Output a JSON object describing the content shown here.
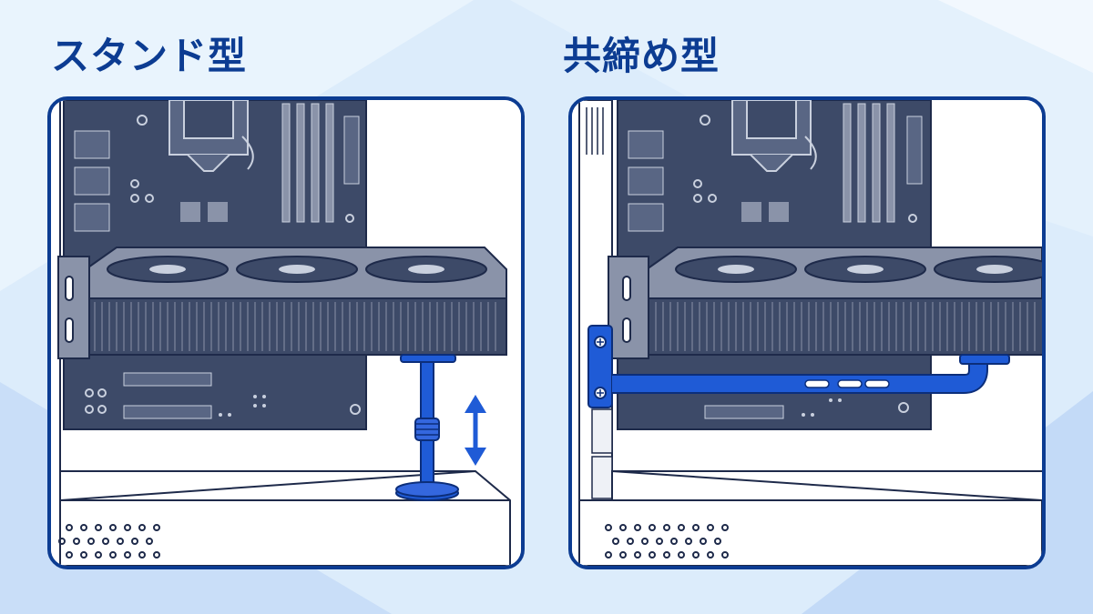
{
  "left_panel": {
    "title": "スタンド型"
  },
  "right_panel": {
    "title": "共締め型"
  },
  "colors": {
    "heading": "#0c3c92",
    "frame": "#0c3c92",
    "board": "#3d4a68",
    "gpu_body": "#8a93a9",
    "bracket_blue": "#1f5bd6",
    "arrow_blue": "#1f5bd6",
    "background": "#dcecfb"
  },
  "icons": {
    "left_illustration": "gpu-support-stand-illustration",
    "right_illustration": "gpu-support-bracket-illustration",
    "height_adjust": "vertical-double-arrow-icon"
  }
}
